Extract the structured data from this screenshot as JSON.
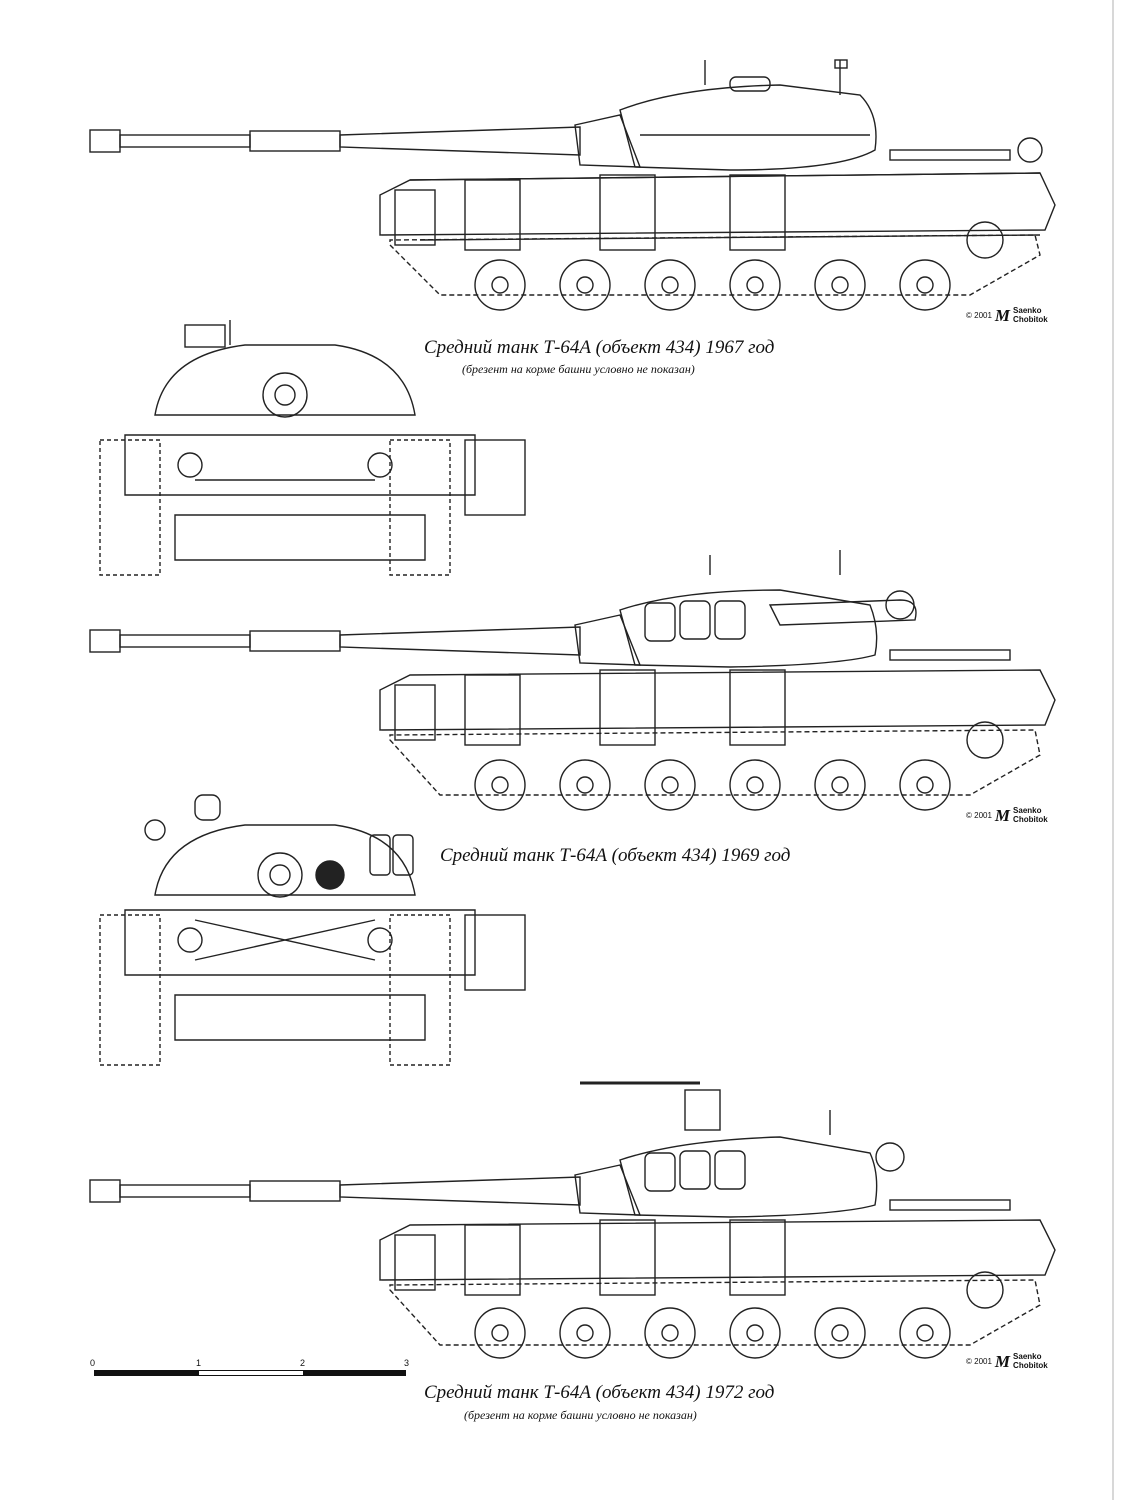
{
  "captions": {
    "tank1": "Средний танк Т-64А (объект 434) 1967 год",
    "tank1_note": "(брезент на корме башни условно не показан)",
    "tank2": "Средний танк Т-64А (объект 434) 1969 год",
    "tank3": "Средний танк Т-64А (объект 434) 1972 год",
    "tank3_note": "(брезент на корме башни условно не показан)"
  },
  "credit": {
    "year": "© 2001",
    "logo": "M",
    "author1": "Saenko",
    "author2": "Chobitok"
  },
  "scale_bar": {
    "ticks": [
      "0",
      "1",
      "2",
      "3"
    ]
  }
}
